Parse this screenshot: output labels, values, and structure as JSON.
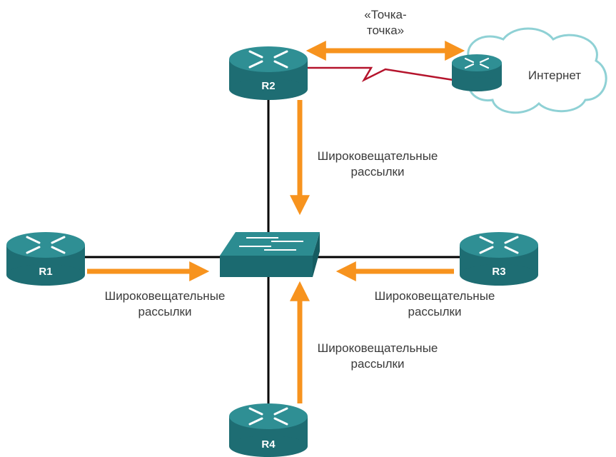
{
  "colors": {
    "router_top": "#2f8f94",
    "router_side": "#1e6d73",
    "switch_top": "#2c8c91",
    "switch_side": "#1b6a70",
    "arrow": "#f7931e",
    "wan_link": "#b5142c",
    "cloud_stroke": "#8fd1d5",
    "line": "#000000"
  },
  "routers": {
    "r1": "R1",
    "r2": "R2",
    "r3": "R3",
    "r4": "R4"
  },
  "labels": {
    "p2p_line1": "«Точка-",
    "p2p_line2": "точка»",
    "internet": "Интернет",
    "bcast_line1": "Широковещательные",
    "bcast_line2": "рассылки"
  }
}
